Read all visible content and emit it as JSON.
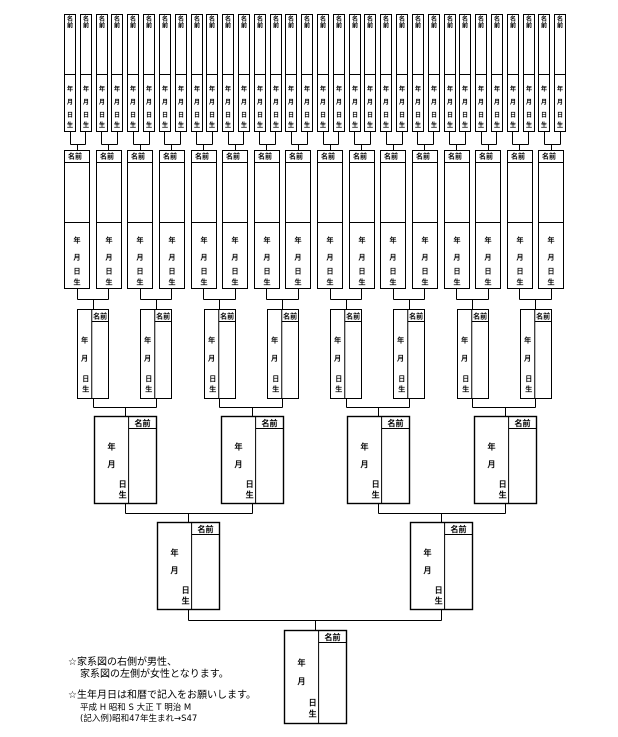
{
  "labels": {
    "name": "名前",
    "year": "年",
    "month": "月",
    "day": "日",
    "born": "生"
  },
  "notes": {
    "line1": "☆家系図の右側が男性、",
    "line2": "家系図の左側が女性となります。",
    "line3": "☆生年月日は和暦で記入をお願いします。",
    "line4": "平成 H  昭和 S  大正 T  明治 M",
    "line5": "(記入例)昭和47年生まれ→S47"
  },
  "tree": {
    "generations": 6,
    "boxes_per_generation": [
      1,
      2,
      4,
      8,
      16,
      32
    ]
  }
}
